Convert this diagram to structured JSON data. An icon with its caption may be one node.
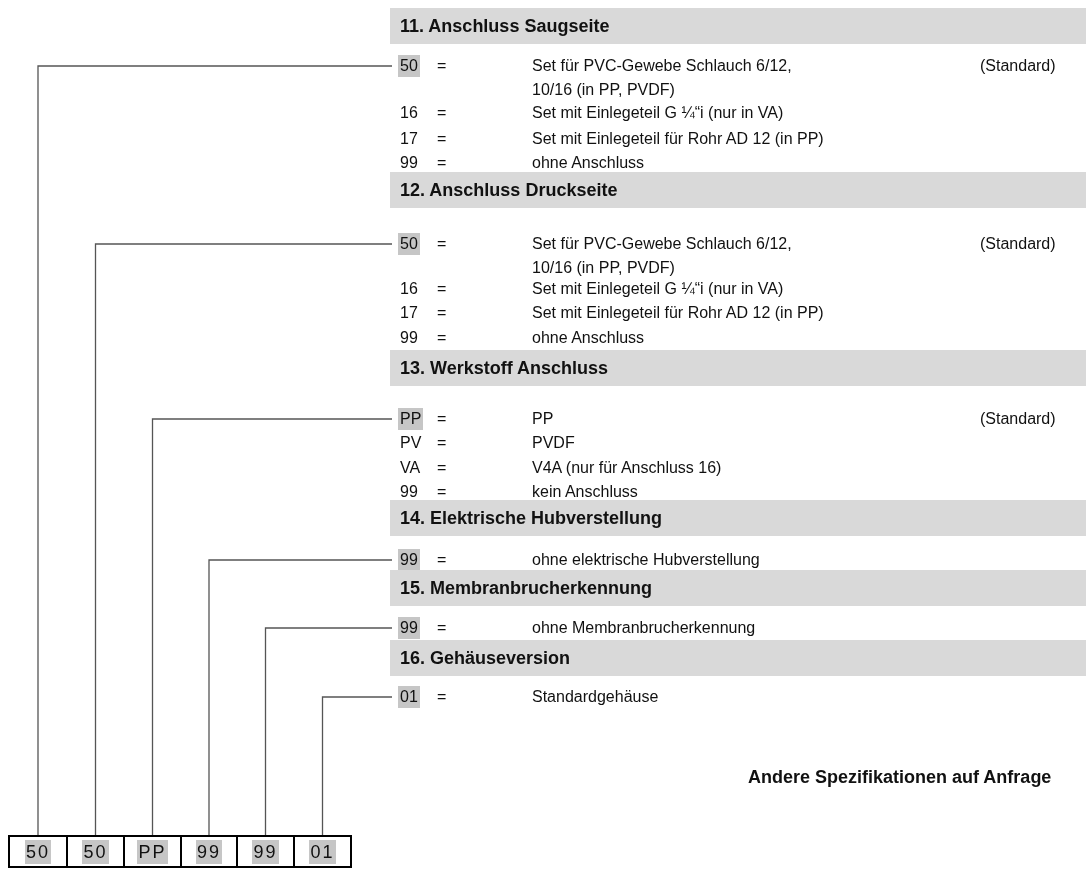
{
  "diagram": {
    "nodes": [
      {
        "text": [
          "11. Anschluss Saugseite"
        ]
      },
      {
        "text": [
          "50"
        ]
      },
      {
        "text": [
          "12. Anschluss Druckseite"
        ]
      },
      {
        "text": [
          "50"
        ]
      },
      {
        "text": [
          "13. Werkstoff Anschluss"
        ]
      },
      {
        "text": [
          "PP"
        ]
      },
      {
        "text": [
          "14. Elektrische Hubverstellung"
        ]
      },
      {
        "text": [
          "99"
        ]
      },
      {
        "text": [
          "15. Membranbrucherkennung"
        ]
      },
      {
        "text": [
          "99"
        ]
      },
      {
        "text": [
          "16. Gehäuseversion"
        ]
      },
      {
        "text": [
          "01"
        ]
      },
      {
        "text": [
          "50"
        ]
      },
      {
        "text": [
          "50"
        ]
      },
      {
        "text": [
          "PP"
        ]
      },
      {
        "text": [
          "99"
        ]
      },
      {
        "text": [
          "99"
        ]
      },
      {
        "text": [
          "01"
        ]
      }
    ],
    "edges": [
      {
        "from": 12,
        "to": 1,
        "arrow": "none"
      },
      {
        "from": 13,
        "to": 3,
        "arrow": "none"
      },
      {
        "from": 14,
        "to": 5,
        "arrow": "none"
      },
      {
        "from": 15,
        "to": 7,
        "arrow": "none"
      },
      {
        "from": 16,
        "to": 9,
        "arrow": "none"
      },
      {
        "from": 17,
        "to": 11,
        "arrow": "none"
      }
    ],
    "labels": [
      "=",
      "Set für PVC-Gewebe Schlauch 6/12, 10/16 (in PP, PVDF)",
      "(Standard)",
      "16",
      "=",
      "Set mit Einlegeteil G ¼“i (nur in VA)",
      "17",
      "=",
      "Set mit Einlegeteil für Rohr AD 12 (in PP)",
      "99",
      "=",
      "ohne Anschluss",
      "=",
      "Set für PVC-Gewebe Schlauch 6/12, 10/16 (in PP, PVDF)",
      "(Standard)",
      "16",
      "=",
      "Set mit Einlegeteil G ¼“i (nur in VA)",
      "17",
      "=",
      "Set mit Einlegeteil für Rohr AD 12 (in PP)",
      "99",
      "=",
      "ohne Anschluss",
      "=",
      "PP",
      "(Standard)",
      "PV",
      "=",
      "PVDF",
      "VA",
      "=",
      "V4A (nur für Anschluss 16)",
      "99",
      "=",
      "kein Anschluss",
      "=",
      "ohne elektrische Hubverstellung",
      "=",
      "ohne Membranbrucherkennung",
      "=",
      "Standardgehäuse",
      "Andere Spezifikationen auf Anfrage"
    ]
  }
}
